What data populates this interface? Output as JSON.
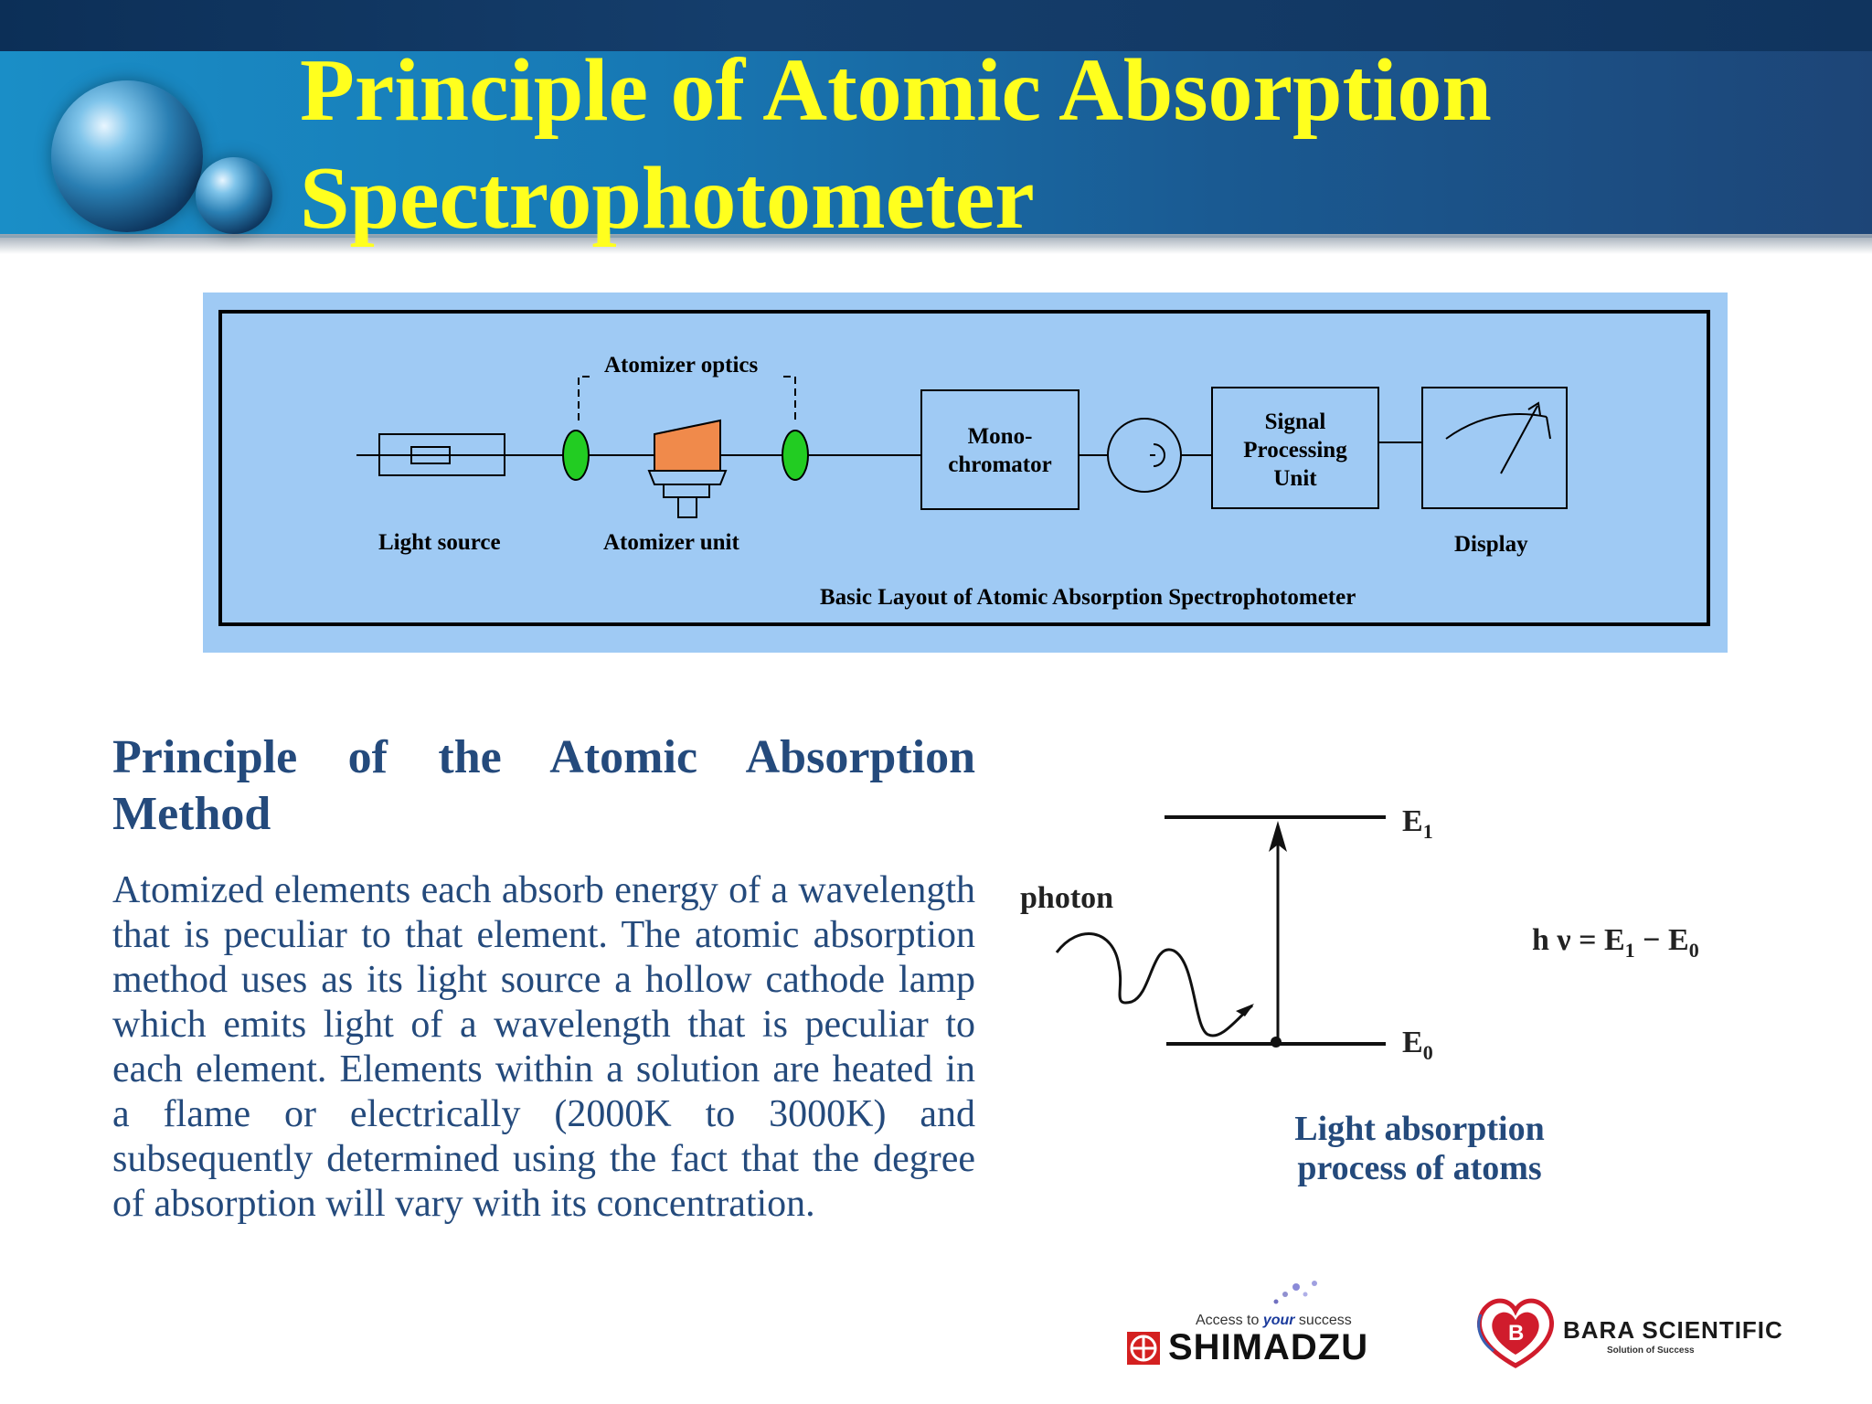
{
  "title": "Principle of Atomic Absorption\nSpectrophotometer",
  "layout_diagram": {
    "atomizer_optics_label": "Atomizer optics",
    "monochromator_label": "Mono-\nchromator",
    "signal_processing_label": "Signal\nProcessing\nUnit",
    "light_source_label": "Light source",
    "atomizer_unit_label": "Atomizer unit",
    "display_label": "Display",
    "caption": "Basic Layout of Atomic Absorption Spectrophotometer",
    "colors": {
      "panel": "#9fcaf4",
      "lens": "#22cc22",
      "flame": "#f08a4b"
    },
    "icons": [
      "lamp-icon",
      "lens-icon",
      "burner-icon",
      "detector-icon",
      "meter-icon"
    ]
  },
  "section": {
    "heading": "Principle of the Atomic Absorption Method",
    "body": "Atomized elements each absorb energy of a wavelength that is peculiar to that element. The atomic absorption method uses as its light source a hollow cathode lamp which emits light of a wavelength that is peculiar to each element. Elements within a solution are heated in a flame or electrically (2000K to 3000K) and subsequently determined using the fact that the degree of absorption will vary with its concentration."
  },
  "energy_diagram": {
    "photon_label": "photon",
    "upper_level": "E",
    "upper_level_sub": "1",
    "lower_level": "E",
    "lower_level_sub": "0",
    "equation_lhs": "h ν = E",
    "equation_sub1": "1",
    "equation_mid": " − E",
    "equation_sub2": "0",
    "caption": "Light absorption\nprocess of atoms"
  },
  "logos": {
    "shimadzu_tagline_pre": "Access to ",
    "shimadzu_tagline_em": "your",
    "shimadzu_tagline_post": " success",
    "shimadzu_name": "SHIMADZU",
    "bara_name": "BARA SCIENTIFIC",
    "bara_tagline": "Solution of Success",
    "colors": {
      "shimadzu_red": "#d42020",
      "bara_red": "#d01c2c"
    }
  },
  "theme": {
    "header_blue": "#1778b4",
    "title_yellow": "#ffff1e",
    "text_blue": "#244a7c"
  }
}
